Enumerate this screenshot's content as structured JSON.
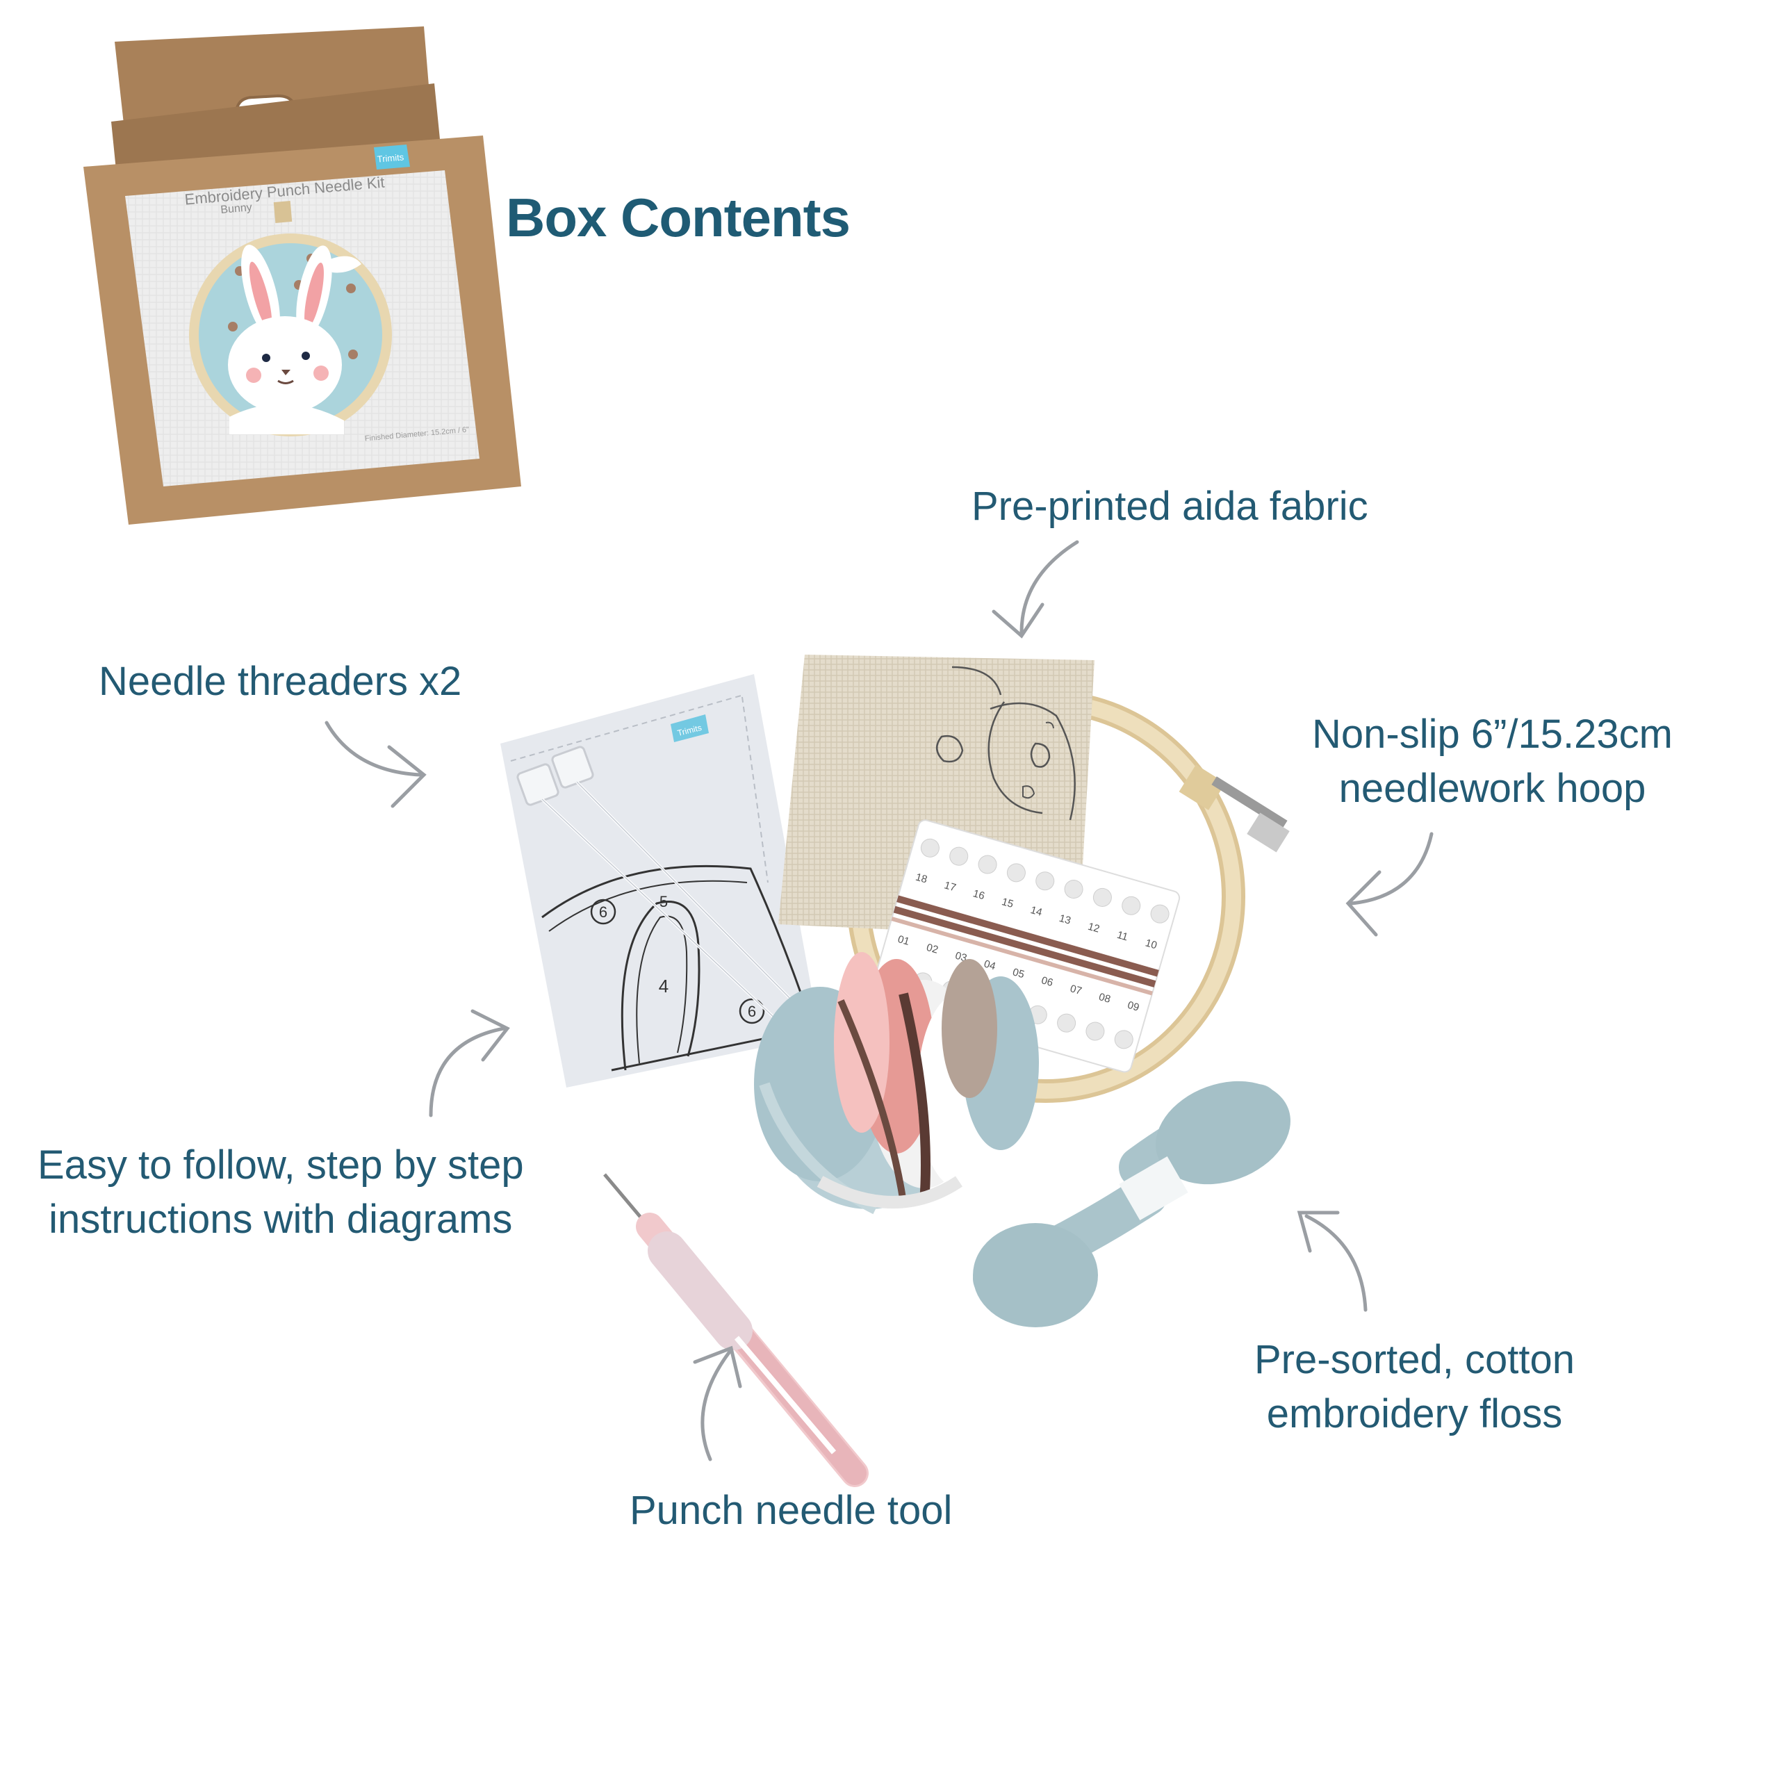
{
  "heading": "Box Contents",
  "box": {
    "brand": "Trimits",
    "product": "Embroidery Punch Needle Kit",
    "design": "Bunny",
    "finished_size": "Finished Diameter: 15.2cm / 6\""
  },
  "labels": {
    "fabric": "Pre-printed aida fabric",
    "threaders": "Needle threaders x2",
    "hoop_line1": "Non-slip 6”/15.23cm",
    "hoop_line2": "needlework hoop",
    "instructions_line1": "Easy to follow, step by step",
    "instructions_line2": "instructions with diagrams",
    "floss_line1": "Pre-sorted, cotton",
    "floss_line2": "embroidery floss",
    "punch_tool": "Punch needle tool"
  },
  "instruction_sheet": {
    "brand": "Trimits",
    "region_numbers": [
      "6",
      "5",
      "4",
      "6"
    ]
  },
  "organizer_numbers": {
    "top_row": [
      "18",
      "17",
      "16",
      "15",
      "14",
      "13",
      "12",
      "11",
      "10"
    ],
    "bottom_row": [
      "01",
      "02",
      "03",
      "04",
      "05",
      "06",
      "07",
      "08",
      "09"
    ]
  },
  "colors": {
    "text": "#235a73",
    "kraft": "#b89066",
    "floss_blue": "#a9c4cc",
    "floss_pink": "#e69a95",
    "floss_brown": "#6b4a40",
    "hoop_wood": "#e6d3a8"
  }
}
